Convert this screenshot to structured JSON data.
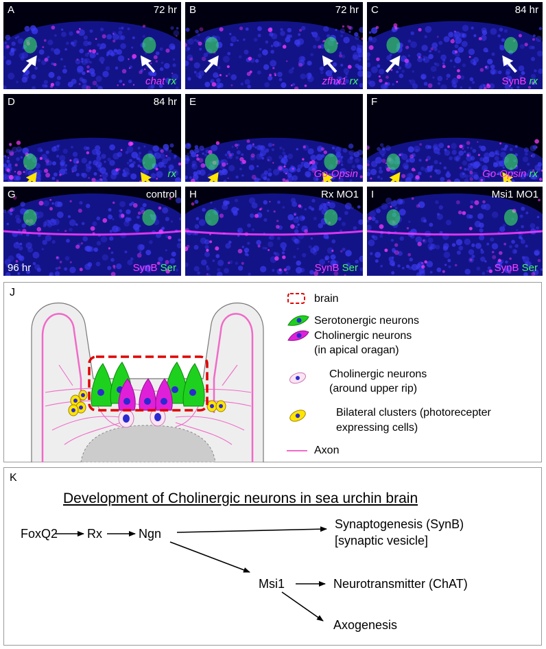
{
  "panels": [
    {
      "id": "A",
      "time": "72 hr",
      "bottom": [
        {
          "text": "chat",
          "color": "magenta",
          "italic": true
        },
        {
          "text": " rx",
          "color": "green",
          "italic": true
        }
      ]
    },
    {
      "id": "B",
      "time": "72 hr",
      "bottom": [
        {
          "text": "zfhx1",
          "color": "magenta",
          "italic": true
        },
        {
          "text": " rx",
          "color": "green",
          "italic": true
        }
      ]
    },
    {
      "id": "C",
      "time": "84 hr",
      "bottom": [
        {
          "text": "SynB",
          "color": "magenta",
          "italic": false
        },
        {
          "text": " rx",
          "color": "green",
          "italic": true
        }
      ]
    },
    {
      "id": "D",
      "time": "84 hr",
      "bottom": [
        {
          "text": "rx",
          "color": "green",
          "italic": true
        }
      ]
    },
    {
      "id": "E",
      "time": "",
      "bottom": [
        {
          "text": "Go-Opsin",
          "color": "magenta",
          "italic": true
        }
      ]
    },
    {
      "id": "F",
      "time": "",
      "bottom": [
        {
          "text": "Go-Opsin",
          "color": "magenta",
          "italic": true
        },
        {
          "text": " rx",
          "color": "green",
          "italic": true
        }
      ]
    },
    {
      "id": "G",
      "time": "control",
      "corner": "96 hr",
      "bottom": [
        {
          "text": "SynB",
          "color": "magenta",
          "italic": false
        },
        {
          "text": " Ser",
          "color": "green",
          "italic": false
        }
      ]
    },
    {
      "id": "H",
      "time": "Rx MO1",
      "bottom": [
        {
          "text": "SynB",
          "color": "magenta",
          "italic": false
        },
        {
          "text": " Ser",
          "color": "green",
          "italic": false
        }
      ]
    },
    {
      "id": "I",
      "time": "Msi1 MO1",
      "bottom": [
        {
          "text": "SynB",
          "color": "magenta",
          "italic": false
        },
        {
          "text": " Ser",
          "color": "green",
          "italic": false
        }
      ]
    }
  ],
  "diagram": {
    "label": "J",
    "legend": {
      "brain": "brain",
      "serotonergic": "Serotonergic neurons",
      "cholinergic_apical_1": "Cholinergic neurons",
      "cholinergic_apical_2": "(in apical oragan)",
      "cholinergic_rip_1": "Cholinergic neurons",
      "cholinergic_rip_2": "(around upper rip)",
      "bilateral_1": "Bilateral clusters (photorecepter",
      "bilateral_2": "expressing cells)",
      "axon": "Axon"
    }
  },
  "pathway": {
    "label": "K",
    "title": "Development of Cholinergic neurons in sea urchin brain",
    "nodes": {
      "foxq2": "FoxQ2",
      "rx": "Rx",
      "ngn": "Ngn",
      "msi1": "Msi1",
      "synapto_1": "Synaptogenesis (SynB)",
      "synapto_2": "[synaptic vesicle]",
      "neurotransmitter": "Neurotransmitter (ChAT)",
      "axogenesis": "Axogenesis"
    }
  },
  "colors": {
    "magenta": "#ff3dff",
    "green": "#3dff5a",
    "nucleus_blue": "#2a2ad0",
    "yellow": "#ffe600",
    "brain_red": "#e00000",
    "axon_pink": "#f06ac8"
  }
}
